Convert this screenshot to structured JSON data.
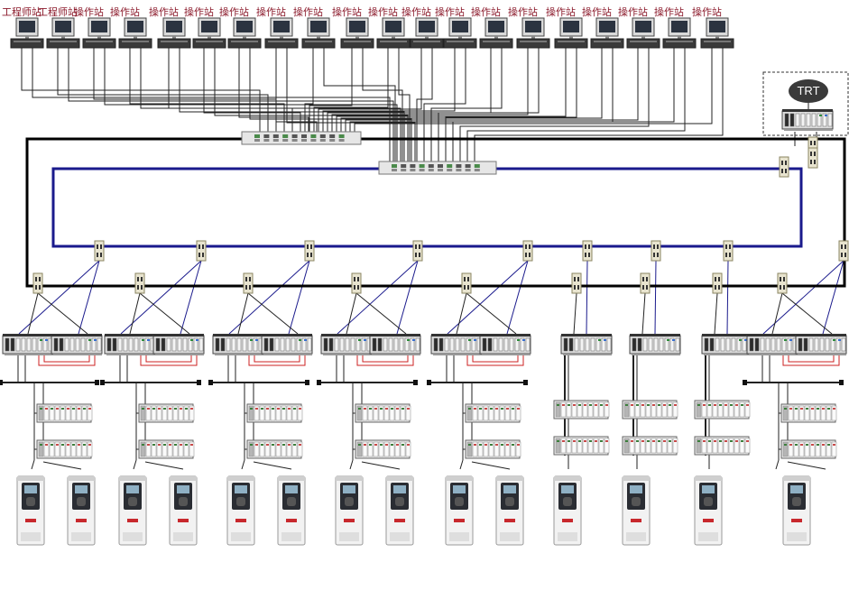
{
  "stations": [
    {
      "label": "工程师站"
    },
    {
      "label": "工程师站"
    },
    {
      "label": "操作站"
    },
    {
      "label": "操作站"
    },
    {
      "label": "操作站"
    },
    {
      "label": "操作站"
    },
    {
      "label": "操作站"
    },
    {
      "label": "操作站"
    },
    {
      "label": "操作站"
    },
    {
      "label": "操作站"
    },
    {
      "label": "操作站"
    },
    {
      "label": "操作站"
    },
    {
      "label": "操作站"
    },
    {
      "label": "操作站"
    },
    {
      "label": "操作站"
    },
    {
      "label": "操作站"
    },
    {
      "label": "操作站"
    },
    {
      "label": "操作站"
    },
    {
      "label": "操作站"
    },
    {
      "label": "操作站"
    }
  ],
  "remote_node": {
    "label": "TRT"
  },
  "groups": [
    {
      "controllers": 2,
      "drives": 2
    },
    {
      "controllers": 2,
      "drives": 2
    },
    {
      "controllers": 2,
      "drives": 2
    },
    {
      "controllers": 2,
      "drives": 2
    },
    {
      "controllers": 2,
      "drives": 2
    },
    {
      "controllers": 1,
      "drives": 1
    },
    {
      "controllers": 1,
      "drives": 1
    },
    {
      "controllers": 1,
      "drives": 1
    },
    {
      "controllers": 2,
      "drives": 1
    }
  ],
  "colors": {
    "station_label": "#8b1a2b",
    "outer_ring": "#000000",
    "inner_ring": "#1a1a8c",
    "redundancy_link": "#cc2222",
    "trt_ellipse": "#3a3a3a"
  },
  "icons": {
    "station": "desktop-computer-icon",
    "switch": "ethernet-switch-icon",
    "tap": "network-tap-icon",
    "controller": "plc-chassis-icon",
    "io_rack": "io-module-rack-icon",
    "drive": "variable-frequency-drive-icon"
  }
}
